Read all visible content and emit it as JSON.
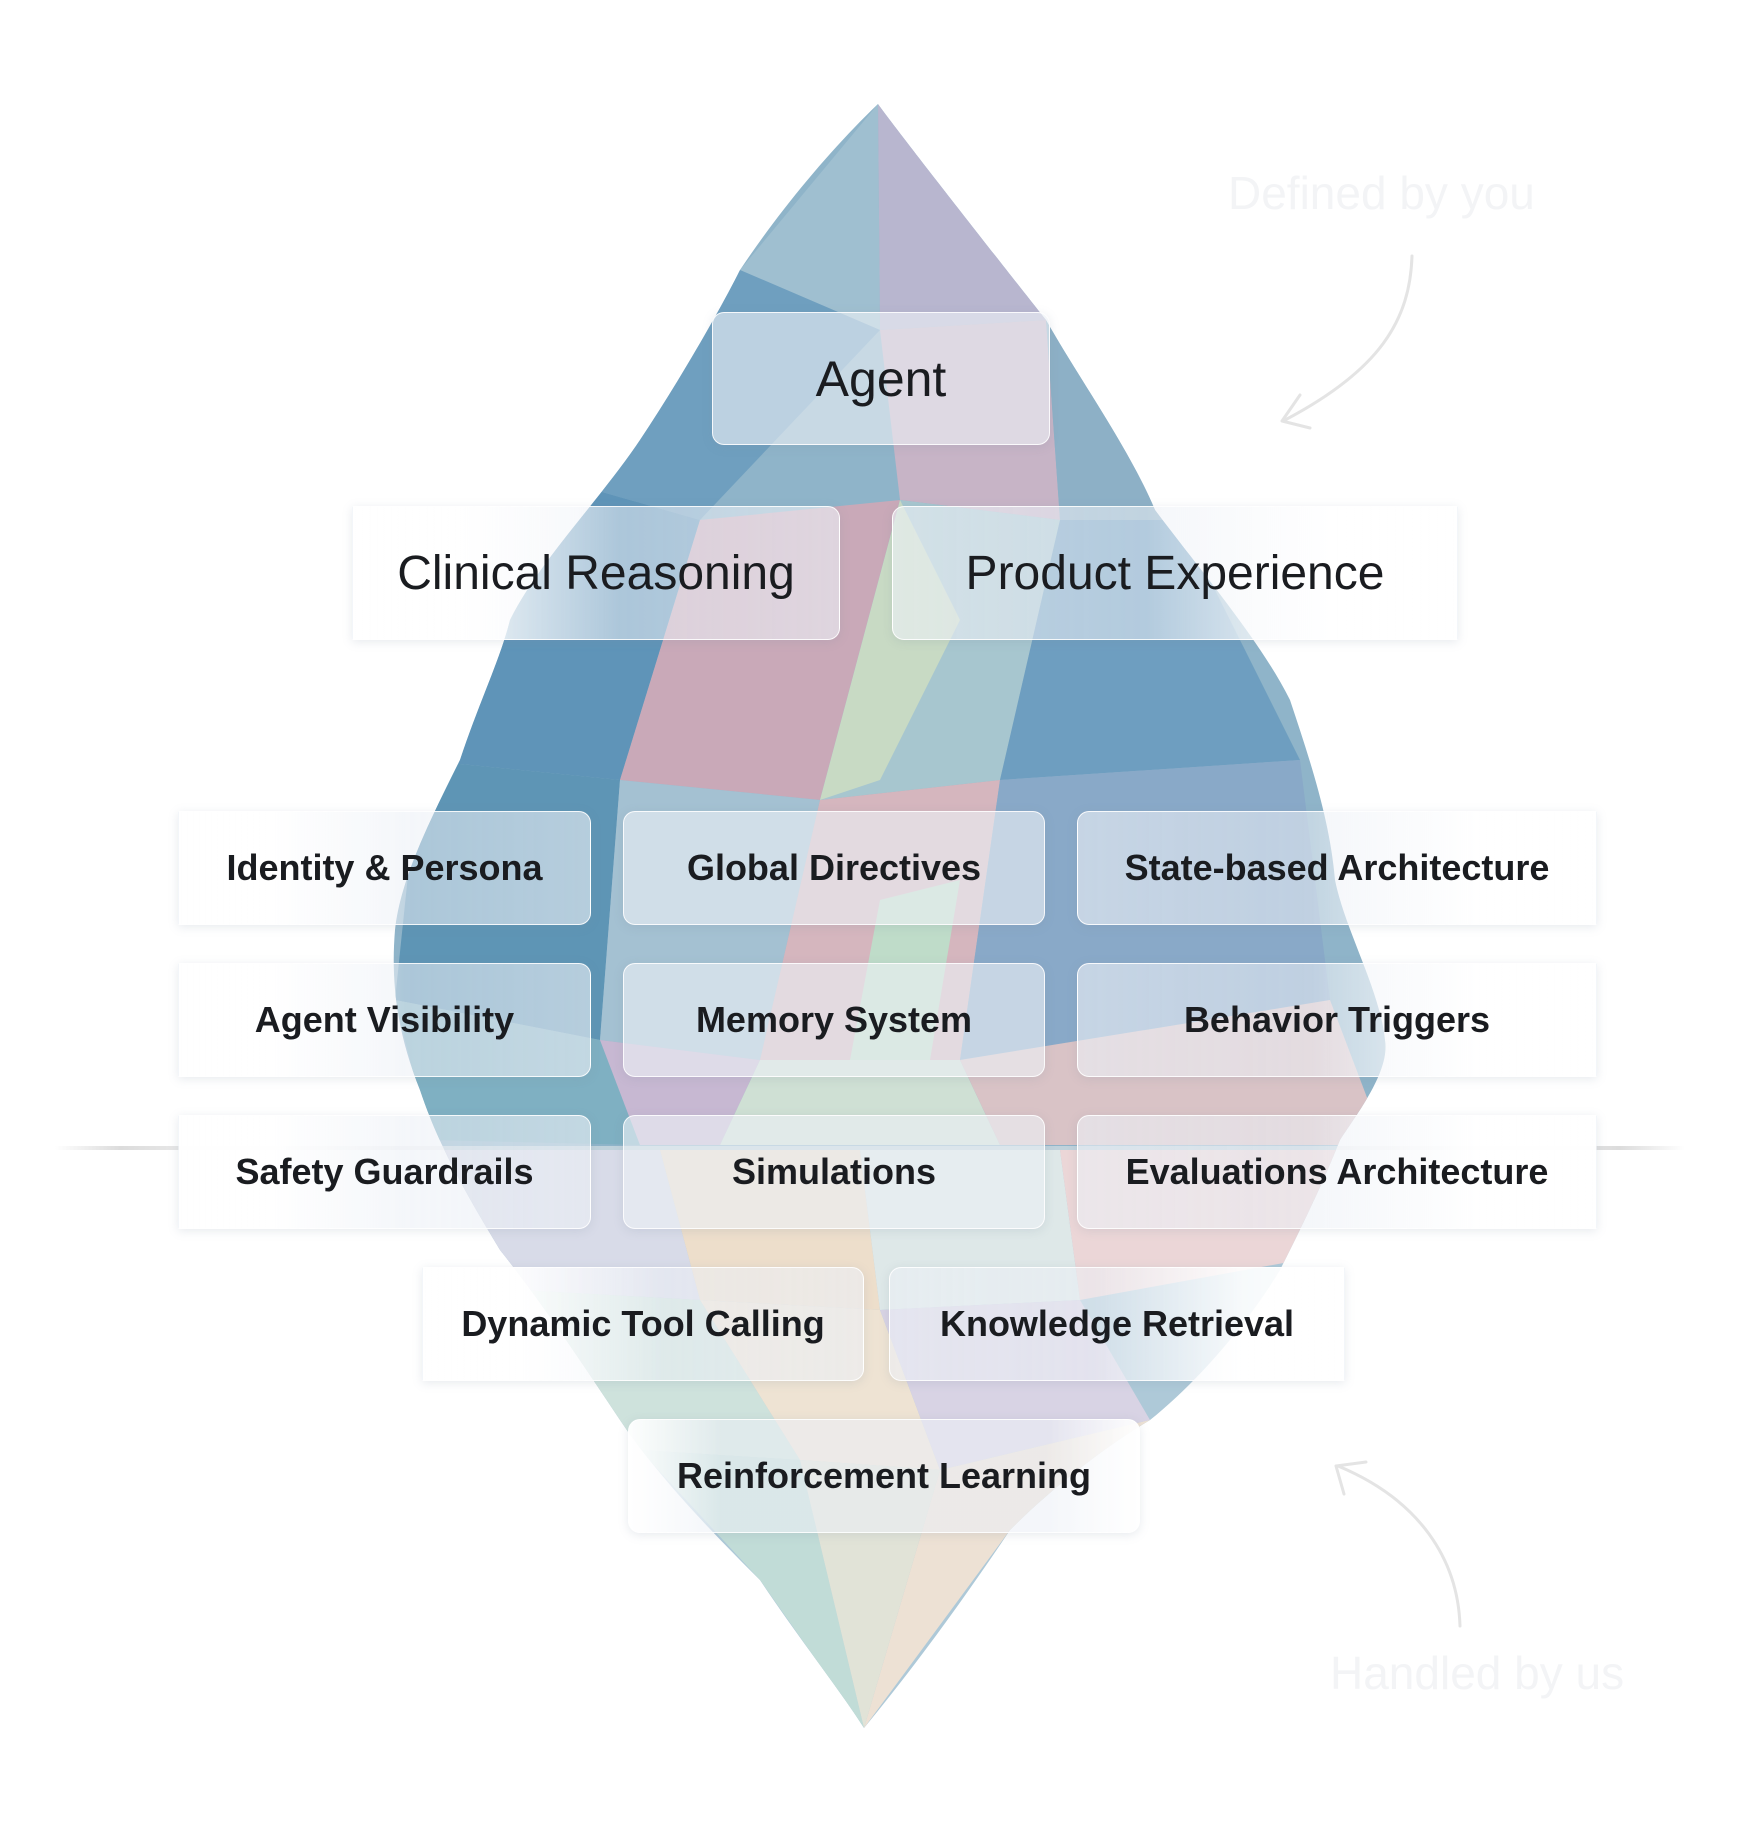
{
  "diagram": {
    "top_label": "Defined by you",
    "bottom_label": "Handled by us",
    "nodes": {
      "agent": "Agent",
      "clinical_reasoning": "Clinical Reasoning",
      "product_experience": "Product Experience",
      "identity_persona": "Identity & Persona",
      "global_directives": "Global Directives",
      "state_based_architecture": "State-based Architecture",
      "agent_visibility": "Agent Visibility",
      "memory_system": "Memory System",
      "behavior_triggers": "Behavior Triggers",
      "safety_guardrails": "Safety Guardrails",
      "simulations": "Simulations",
      "evaluations_architecture": "Evaluations Architecture",
      "dynamic_tool_calling": "Dynamic Tool Calling",
      "knowledge_retrieval": "Knowledge Retrieval",
      "reinforcement_learning": "Reinforcement Learning"
    }
  },
  "colors": {
    "iceberg_blue": "#6fa3c4",
    "iceberg_lavender": "#b9b3d2",
    "iceberg_pink": "#e3c2c8",
    "iceberg_peach": "#e8d4bd",
    "iceberg_mint": "#bfdcd0",
    "card_fill": "#eceff5",
    "text": "#1a1c20",
    "arrow": "#e6e6e6"
  }
}
